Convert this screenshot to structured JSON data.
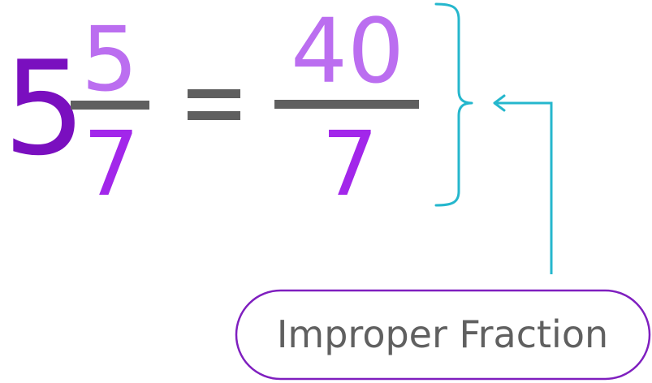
{
  "equation": {
    "whole_number": "5",
    "mixed_numerator": "5",
    "mixed_denominator": "7",
    "equals_sign": "=",
    "improper_numerator": "40",
    "improper_denominator": "7"
  },
  "callout": {
    "label": "Improper Fraction"
  },
  "colors": {
    "whole_number": "#7a0fbf",
    "numerator": "#bb6ef0",
    "denominator": "#a227ea",
    "fraction_bar": "#5f5f5f",
    "bracket": "#25b7cd",
    "label_border": "#7f1fbf",
    "label_text": "#606060"
  }
}
